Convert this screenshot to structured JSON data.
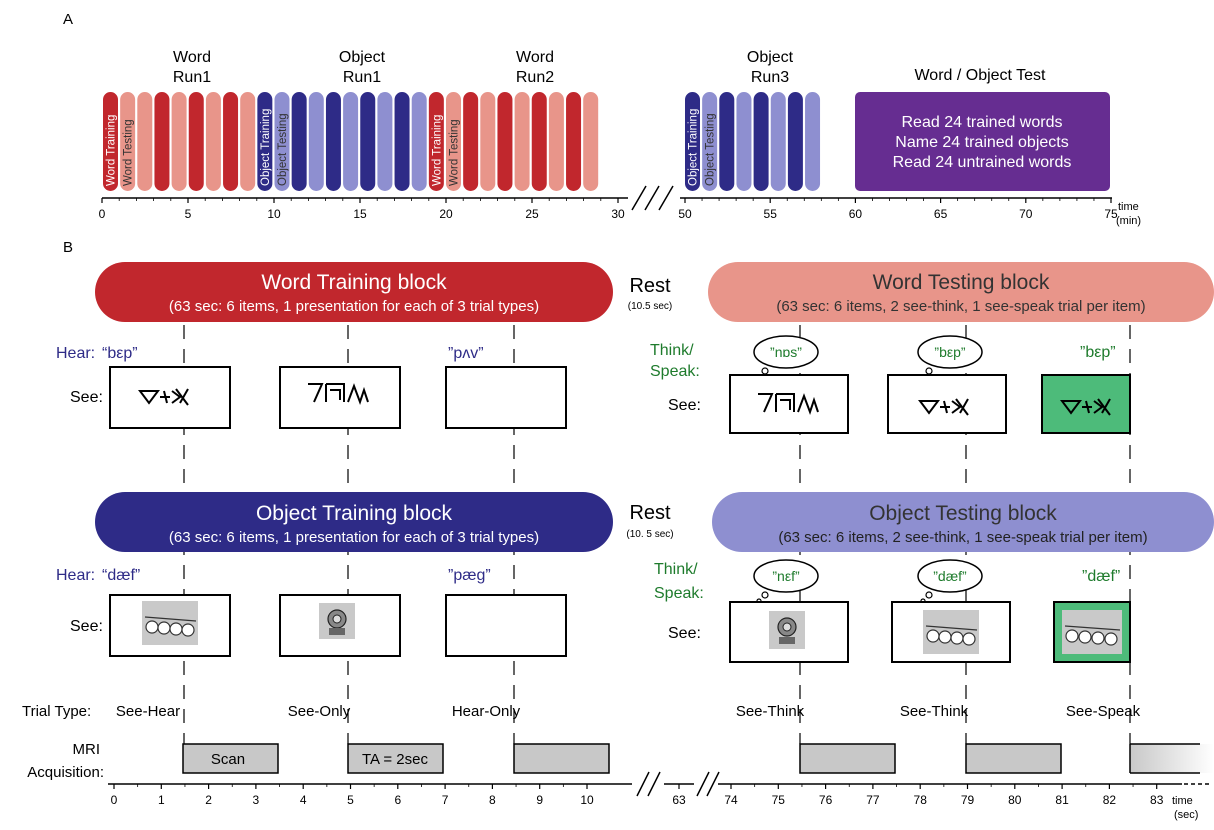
{
  "colors": {
    "word_dark": "#C1272D",
    "word_light": "#E8958A",
    "object_dark": "#2E2B87",
    "object_light": "#8E8FD0",
    "test_purple": "#662D91",
    "think_green": "#1E7B2C",
    "hear_blue": "#2E2B87",
    "speak_fill": "#4DBB7A",
    "scan_fill": "#C8C8C8"
  },
  "panel_a": {
    "label": "A",
    "run_labels": [
      {
        "line1": "Word",
        "line2": "Run1"
      },
      {
        "line1": "Object",
        "line2": "Run1"
      },
      {
        "line1": "Word",
        "line2": "Run2"
      },
      {
        "line1": "Object",
        "line2": "Run3"
      }
    ],
    "bar_labels": {
      "word_training": "Word Training",
      "word_testing": "Word Testing",
      "object_training": "Object Training",
      "object_testing": "Object Testing"
    },
    "segments": [
      {
        "segment": 1,
        "bars": [
          "word_training",
          "word_testing",
          "wl",
          "wd",
          "wl",
          "wd",
          "wl",
          "wd",
          "wl",
          "object_training",
          "object_testing",
          "od",
          "ol",
          "od",
          "ol",
          "od",
          "ol",
          "od",
          "ol",
          "word_training",
          "word_testing",
          "wd",
          "wl",
          "wd",
          "wl",
          "wd",
          "wl",
          "wd",
          "wl"
        ]
      },
      {
        "segment": 2,
        "bars": [
          "object_training",
          "object_testing",
          "od",
          "ol",
          "od",
          "ol",
          "od",
          "ol"
        ]
      }
    ],
    "test_box": {
      "title": "Word / Object Test",
      "lines": [
        "Read 24 trained words",
        "Name 24 trained objects",
        "Read 24 untrained words"
      ]
    },
    "axis1_ticks": [
      "0",
      "5",
      "10",
      "15",
      "20",
      "25",
      "30"
    ],
    "axis2_ticks": [
      "50",
      "55",
      "60",
      "65",
      "70",
      "75"
    ],
    "time_label": "time",
    "time_unit": "(min)"
  },
  "panel_b": {
    "label": "B",
    "word_training": {
      "title": "Word Training block",
      "subtitle": "(63 sec: 6 items, 1 presentation for each of 3 trial types)",
      "hear_prefix": "Hear:",
      "hear_word": "“bεp”",
      "hear_word2": "”pʌv”",
      "see_label": "See:"
    },
    "word_testing": {
      "title": "Word Testing block",
      "subtitle": "(63 sec: 6 items, 2 see-think, 1 see-speak trial per item)",
      "think_label": "Think/",
      "speak_label": "Speak:",
      "bubble1": "”nɒs”",
      "bubble2": "”bεp”",
      "speak_word": "”bεp”",
      "see_label": "See:"
    },
    "rest1": {
      "label": "Rest",
      "duration": "(10.5 sec)"
    },
    "object_training": {
      "title": "Object Training block",
      "subtitle": "(63 sec: 6 items, 1 presentation for each of 3 trial types)",
      "hear_prefix": "Hear:",
      "hear_word": "“dæf”",
      "hear_word2": "”pæg”",
      "see_label": "See:"
    },
    "object_testing": {
      "title": "Object Testing block",
      "subtitle": "(63 sec: 6 items, 2 see-think, 1 see-speak trial per item)",
      "think_label": "Think/",
      "speak_label": "Speak:",
      "bubble1": "”nεf”",
      "bubble2": "”dæf”",
      "speak_word": "”dæf”",
      "see_label": "See:"
    },
    "rest2": {
      "label": "Rest",
      "duration": "(10. 5 sec)"
    },
    "trial_type_label": "Trial Type:",
    "trial_types": [
      "See-Hear",
      "See-Only",
      "Hear-Only",
      "See-Think",
      "See-Think",
      "See-Speak"
    ],
    "mri_label1": "MRI",
    "mri_label2": "Acquisition:",
    "scan_label": "Scan",
    "ta_label": "TA = 2sec",
    "axis_ticks_left": [
      "0",
      "1",
      "2",
      "3",
      "4",
      "5",
      "6",
      "7",
      "8",
      "9",
      "10"
    ],
    "axis_break_tick": "63",
    "axis_ticks_right": [
      "74",
      "75",
      "76",
      "77",
      "78",
      "79",
      "80",
      "81",
      "82",
      "83"
    ],
    "time_label": "time",
    "time_unit": "(sec)"
  }
}
